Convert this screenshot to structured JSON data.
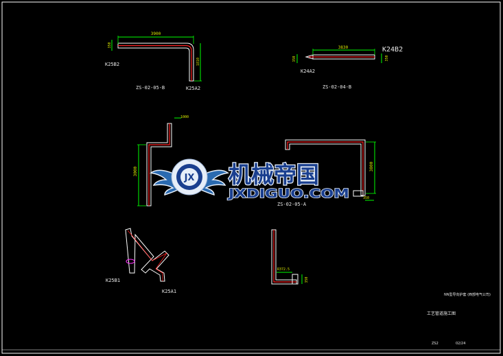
{
  "watermark": {
    "cn": "机械帝国",
    "en": "JXDIGUO.COM",
    "emblem_text": "JX"
  },
  "drawing_1": {
    "label_left": "K25B2",
    "label_right": "K25A2",
    "caption": "ZS-02-05-B",
    "dim_horizontal": "3900",
    "dim_vertical_left": "350",
    "dim_vertical_right": "1810"
  },
  "drawing_2": {
    "label_left": "K24A2",
    "label_right": "K24B2",
    "caption": "ZS-02-04-B",
    "dim_horizontal": "3830",
    "dim_vertical_left": "350",
    "dim_vertical_right": "350"
  },
  "drawing_3": {
    "caption": "ZS-02-05-A",
    "dim_top": "1000",
    "dim_left": "3000",
    "dim_right": "3800",
    "dim_bottom": "350"
  },
  "drawing_4": {
    "label_left": "K25B1",
    "label_bottom": "K25A1"
  },
  "drawing_5": {
    "dim_a": "R372.5",
    "dim_b": "350"
  },
  "title_block": {
    "line1": "NN型导向护套 (西部电气公司)",
    "line2": "工艺管道施工图",
    "code_a": "ZS2",
    "code_b": "02/24"
  },
  "colors": {
    "background": "#000000",
    "pipe_outline": "#ffffff",
    "pipe_centerline": "#ff2020",
    "dimension": "#00ff00",
    "dim_text": "#d9e600",
    "frame": "#ffffff",
    "wm_blue": "#1a3f8f",
    "wm_light": "#e6eef8",
    "magenta": "#ff33ff"
  }
}
